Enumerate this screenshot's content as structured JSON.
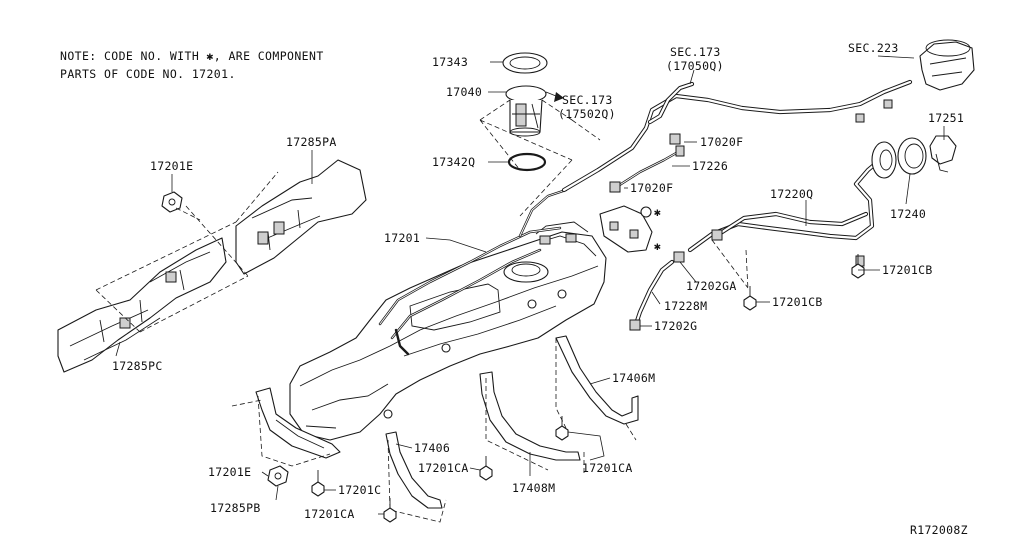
{
  "note": {
    "line1": "NOTE: CODE NO. WITH ✱, ARE COMPONENT",
    "line2": "PARTS OF CODE NO. 17201."
  },
  "labels": {
    "p17343": "17343",
    "p17040": "17040",
    "sec173_top": "SEC.173",
    "sec173_top_code": "(17502Q)",
    "sec173_pipe": "SEC.173",
    "sec173_pipe_code": "(17050Q)",
    "sec223": "SEC.223",
    "p17342Q": "17342Q",
    "p17020F_a": "17020F",
    "p17226": "17226",
    "p17020F_b": "17020F",
    "p17251": "17251",
    "p17220Q": "17220Q",
    "p17240": "17240",
    "p17201CB_a": "17201CB",
    "p17201CB_b": "17201CB",
    "p17202GA": "17202GA",
    "p17228M": "17228M",
    "p17202G": "17202G",
    "p17201": "17201",
    "p17285PA": "17285PA",
    "p17201E_a": "17201E",
    "p17285PC": "17285PC",
    "p17406M": "17406M",
    "p17406": "17406",
    "p17201CA_a": "17201CA",
    "p17201CA_b": "17201CA",
    "p17408M": "17408M",
    "p17201E_b": "17201E",
    "p17201C": "17201C",
    "p17285PB": "17285PB",
    "p17201CA_c": "17201CA",
    "ref": "R172008Z"
  },
  "marks": {
    "asterisk": "✱"
  }
}
